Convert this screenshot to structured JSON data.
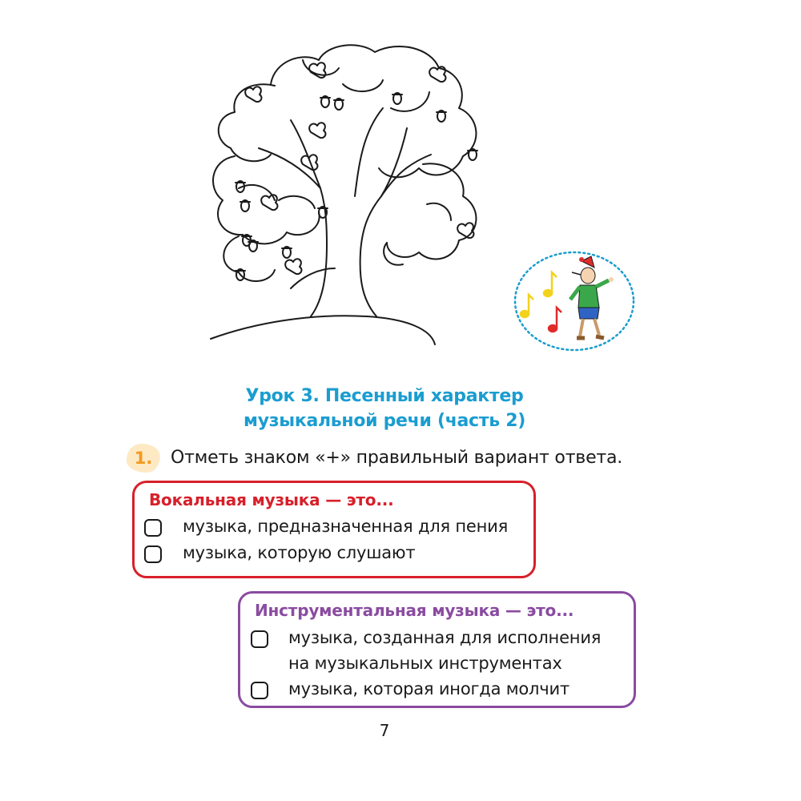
{
  "illustrations": {
    "tree": "oak-tree-coloring-illustration",
    "mascot": "pinocchio-with-music-notes",
    "mascot_colors": {
      "note_yellow": "#f3d21c",
      "note_red": "#e02b2b",
      "ring": "#1a9dd0",
      "shirt": "#3aa84a",
      "shorts": "#2f64c4",
      "hat": "#e02b2b"
    }
  },
  "lesson": {
    "title_line1": "Урок 3. Песенный характер",
    "title_line2": "музыкальной речи (часть 2)",
    "title_color": "#1a9dd0"
  },
  "task": {
    "number": "1.",
    "instruction": "Отметь знаком «+» правильный вариант ответа."
  },
  "vocal": {
    "heading": "Вокальная музыка — это...",
    "color": "#d7202a",
    "options": [
      "музыка, предназначенная для пения",
      "музыка, которую слушают"
    ]
  },
  "instrumental": {
    "heading": "Инструментальная музыка — это...",
    "color": "#8a4ba0",
    "option1_line1": "музыка, созданная для исполнения",
    "option1_line2": "на музыкальных инструментах",
    "option2": "музыка, которая иногда молчит"
  },
  "page_number": "7"
}
